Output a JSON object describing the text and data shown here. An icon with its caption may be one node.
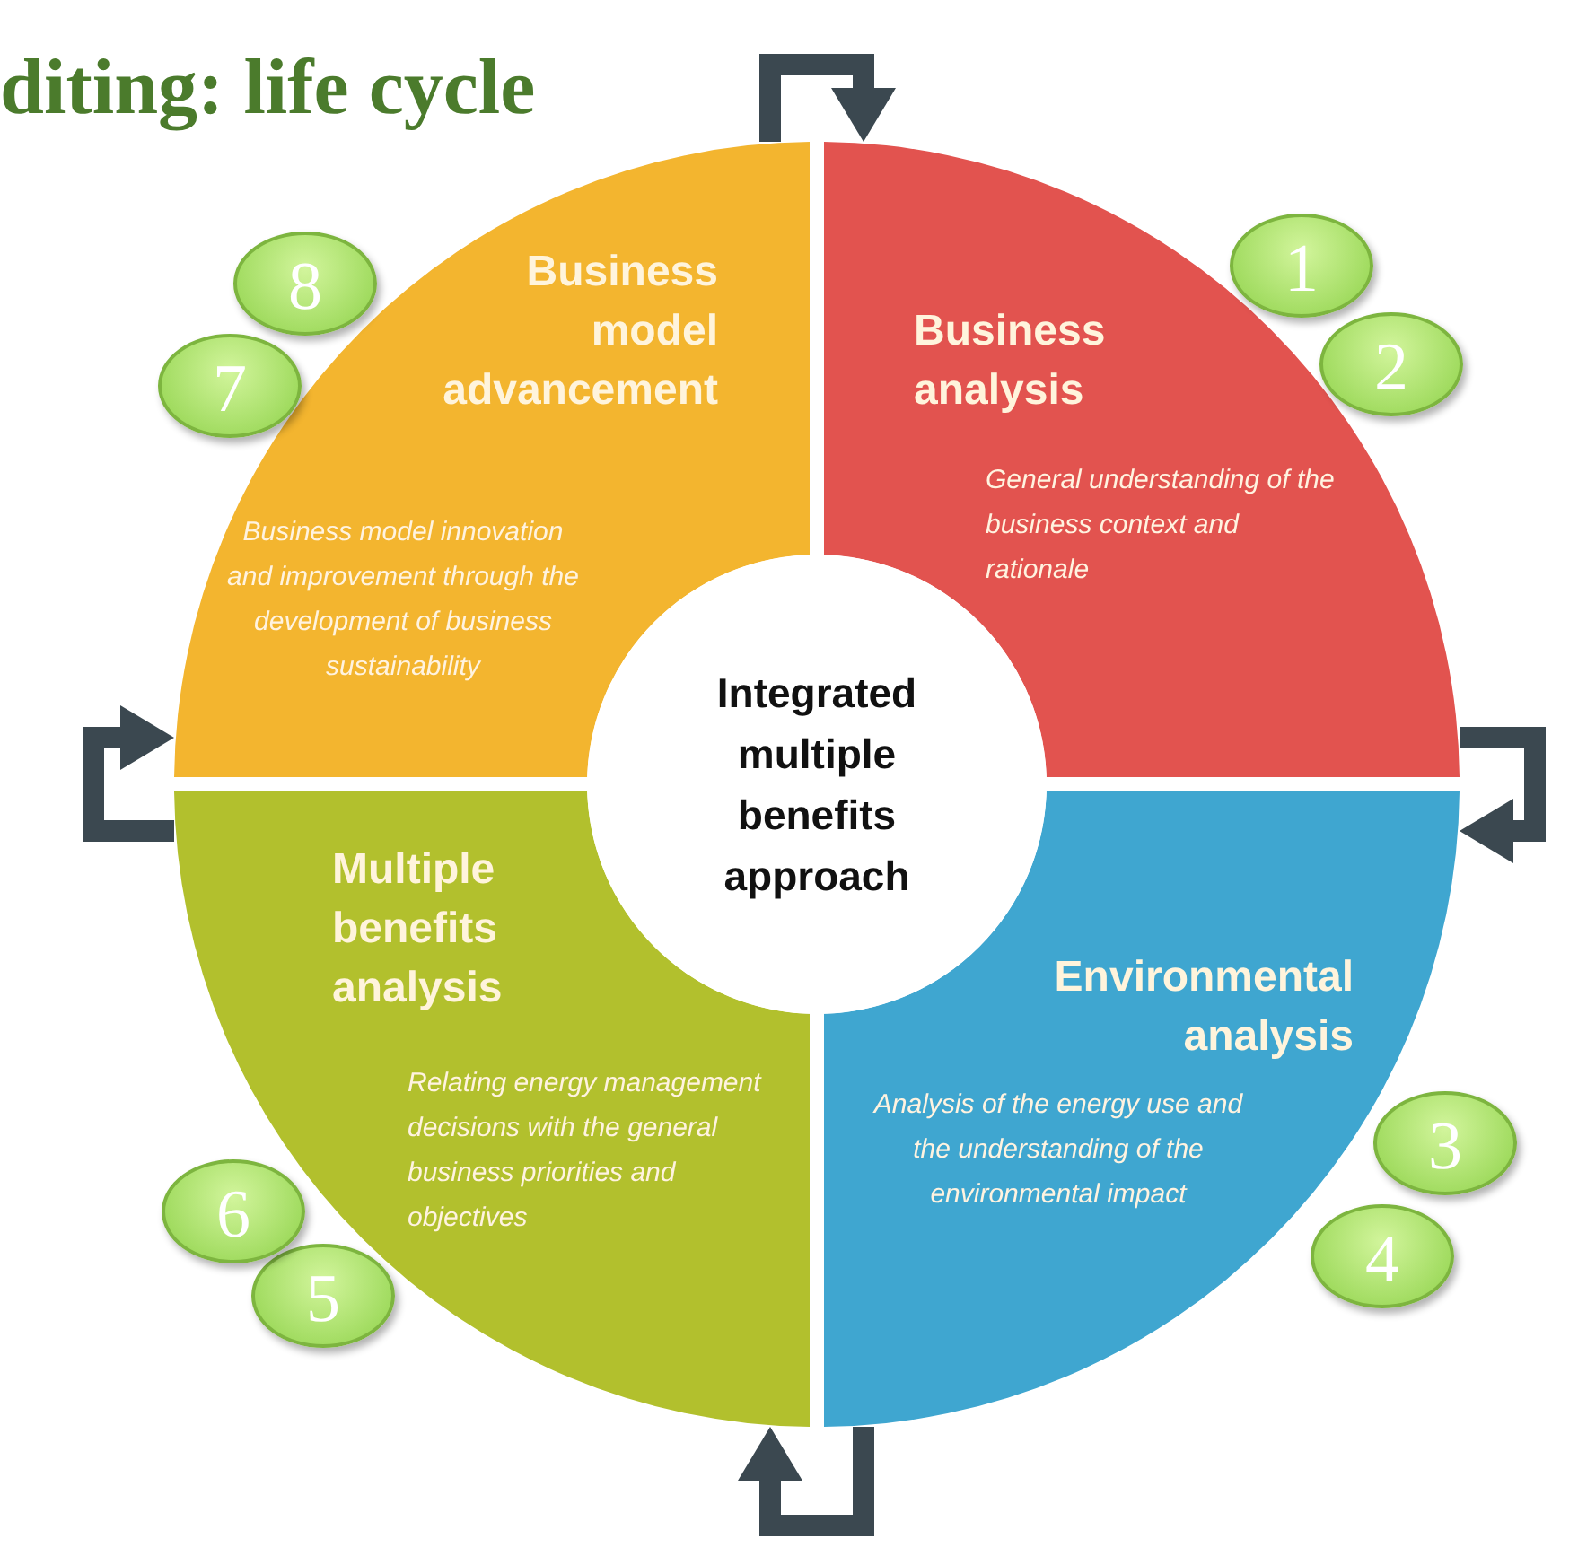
{
  "diagram": {
    "title": "diting: life cycle",
    "nodes": [
      {
        "text": [
          "Business model advancement",
          "Business model innovation and improvement through the development of business sustainability"
        ]
      },
      {
        "text": [
          "Business analysis",
          "General understanding of the business context and rationale"
        ]
      },
      {
        "text": [
          "Integrated multiple benefits approach"
        ]
      },
      {
        "text": [
          "Multiple benefits analysis",
          "Relating energy management decisions with the general business priorities and objectives"
        ]
      },
      {
        "text": [
          "Environmental analysis",
          "Analysis of the energy use and the understanding of the environmental impact"
        ]
      },
      {
        "text": [
          "1"
        ]
      },
      {
        "text": [
          "2"
        ]
      },
      {
        "text": [
          "3"
        ]
      },
      {
        "text": [
          "4"
        ]
      },
      {
        "text": [
          "5"
        ]
      },
      {
        "text": [
          "6"
        ]
      },
      {
        "text": [
          "7"
        ]
      },
      {
        "text": [
          "8"
        ]
      }
    ],
    "edges": [
      {
        "from": 0,
        "to": 1,
        "arrow": "to"
      },
      {
        "from": 1,
        "to": 4,
        "arrow": "to"
      },
      {
        "from": 4,
        "to": 3,
        "arrow": "to"
      },
      {
        "from": 3,
        "to": 0,
        "arrow": "to"
      }
    ]
  }
}
